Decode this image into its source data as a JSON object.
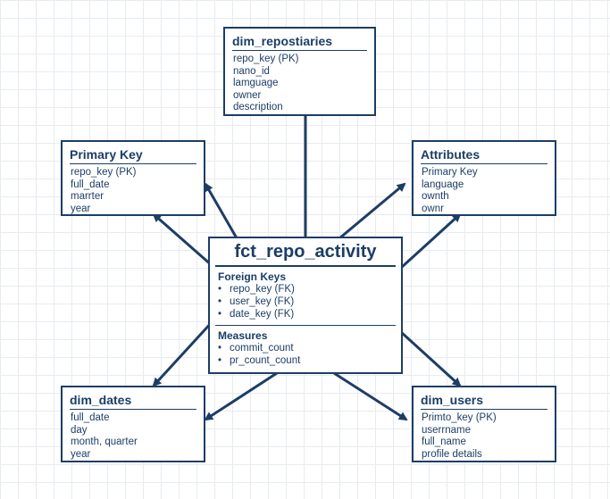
{
  "tables": {
    "repositories": {
      "title": "dim_repostiaries",
      "fields": [
        "repo_key (PK)",
        "nano_id",
        "lamguage",
        "owner",
        "description"
      ]
    },
    "primary_key": {
      "title": "Primary Key",
      "fields": [
        "repo_key (PK)",
        "full_date",
        "marrter",
        "year"
      ]
    },
    "attributes": {
      "title": "Attributes",
      "fields": [
        "Primary Key",
        "language",
        "ownth",
        "ownr"
      ]
    },
    "dates": {
      "title": "dim_dates",
      "fields": [
        "full_date",
        "day",
        "month, quarter",
        "year"
      ]
    },
    "users": {
      "title": "dim_users",
      "fields": [
        "Primto_key (PK)",
        "userrname",
        "full_name",
        "profile details"
      ]
    }
  },
  "fact": {
    "title": "fct_repo_activity",
    "foreign_keys_title": "Foreign Keys",
    "foreign_keys": [
      "repo_key (FK)",
      "user_key (FK)",
      "date_key (FK)"
    ],
    "measures_title": "Measures",
    "measures": [
      "commit_count",
      "pr_count_count"
    ]
  },
  "colors": {
    "ink": "#1c3d66",
    "grid": "#e7ecf1",
    "background": "#ffffff"
  }
}
